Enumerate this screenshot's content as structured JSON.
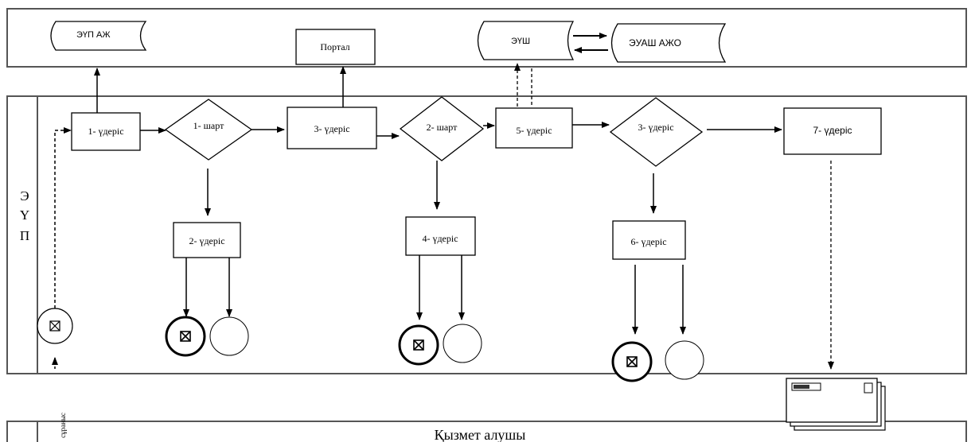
{
  "systems": {
    "eup_azh": "ЭҮП АЖ",
    "portal": "Портал",
    "eush": "ЭҮШ",
    "euash_azho": "ЭУАШ АЖО"
  },
  "lane_eup": [
    "Э",
    "Ү",
    "П"
  ],
  "processes": {
    "p1": "1- үдеріс",
    "p2": "2- үдеріс",
    "p3": "3- үдеріс",
    "p4": "4- үдеріс",
    "p5": "5- үдеріс",
    "p6": "6- үдеріс",
    "p7": "7- үдеріс"
  },
  "conditions": {
    "c1": "1- шарт",
    "c2": "2- шарт",
    "c3": "3- үдеріс"
  },
  "service_recipient": "Қызмет алушы",
  "request_label": "сұраныс"
}
